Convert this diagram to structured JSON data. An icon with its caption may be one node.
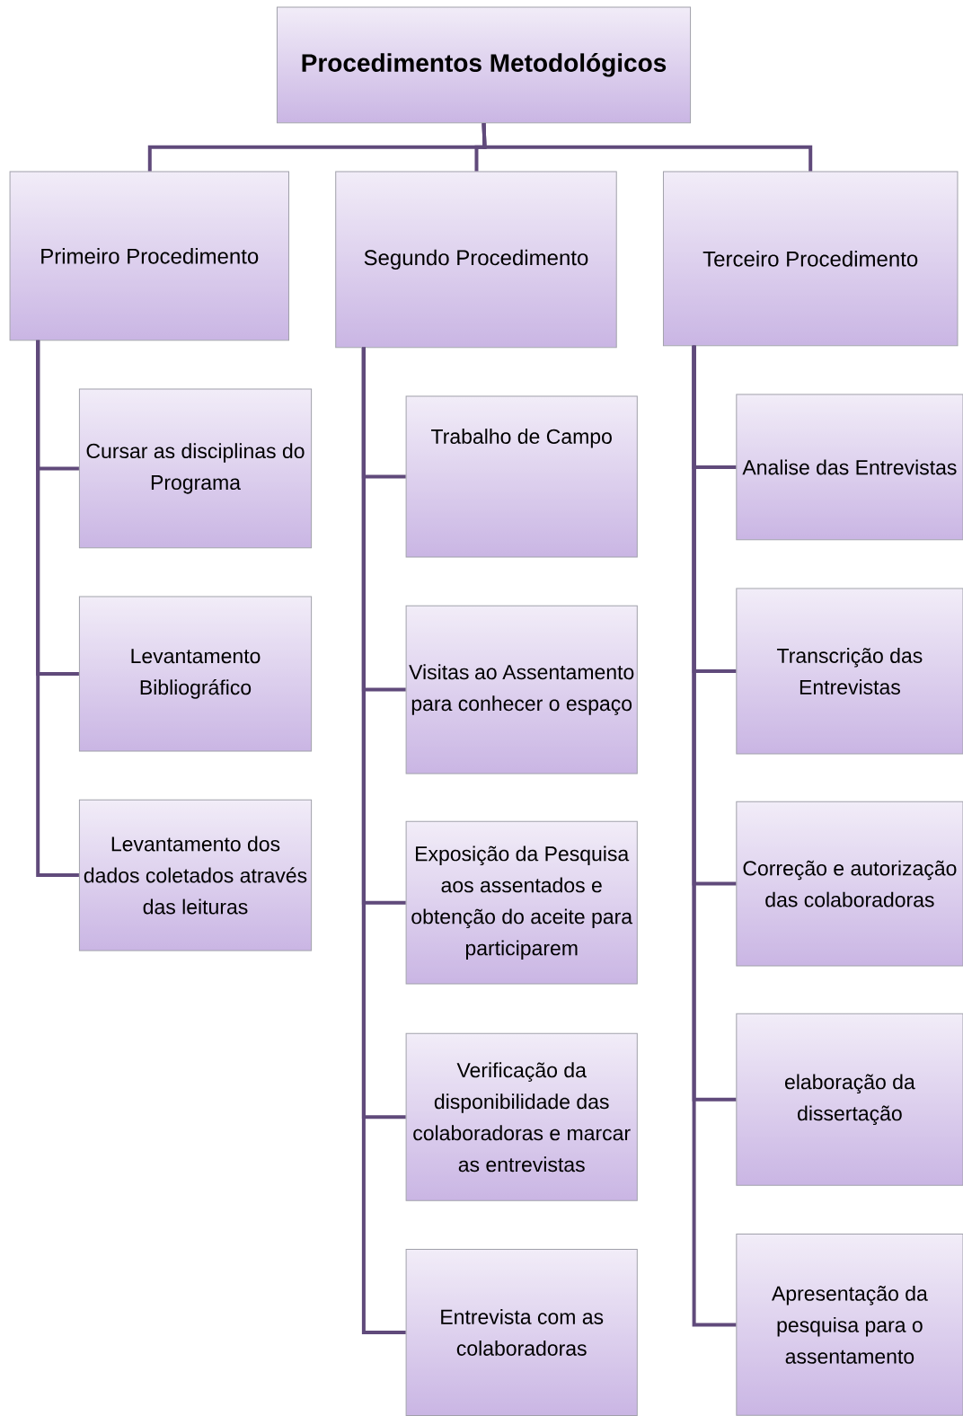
{
  "diagram": {
    "nodes": [
      {
        "text": [
          "Procedimentos Metodológicos"
        ]
      },
      {
        "text": [
          "Primeiro Procedimento"
        ]
      },
      {
        "text": [
          "Segundo Procedimento"
        ]
      },
      {
        "text": [
          "Terceiro Procedimento"
        ]
      },
      {
        "text": [
          "Cursar as disciplinas do Programa"
        ]
      },
      {
        "text": [
          "Levantamento Bibliográfico"
        ]
      },
      {
        "text": [
          "Levantamento dos dados coletados através das leituras"
        ]
      },
      {
        "text": [
          "Trabalho de Campo"
        ]
      },
      {
        "text": [
          "Visitas ao Assentamento para conhecer o espaço"
        ]
      },
      {
        "text": [
          "Exposição da Pesquisa aos assentados e obtenção do aceite para participarem"
        ]
      },
      {
        "text": [
          "Verificação da disponibilidade das colaboradoras e marcar as entrevistas"
        ]
      },
      {
        "text": [
          "Entrevista com as colaboradoras"
        ]
      },
      {
        "text": [
          "Analise das Entrevistas"
        ]
      },
      {
        "text": [
          "Transcrição das Entrevistas"
        ]
      },
      {
        "text": [
          "Correção e autorização das colaboradoras"
        ]
      },
      {
        "text": [
          "elaboração da dissertação"
        ]
      },
      {
        "text": [
          "Apresentação da pesquisa para o assentamento"
        ]
      }
    ],
    "edges": [
      {
        "from": 0,
        "to": 1,
        "arrow": "none"
      },
      {
        "from": 0,
        "to": 2,
        "arrow": "none"
      },
      {
        "from": 0,
        "to": 3,
        "arrow": "none"
      },
      {
        "from": 1,
        "to": 4,
        "arrow": "none"
      },
      {
        "from": 1,
        "to": 5,
        "arrow": "none"
      },
      {
        "from": 1,
        "to": 6,
        "arrow": "none"
      },
      {
        "from": 2,
        "to": 7,
        "arrow": "none"
      },
      {
        "from": 2,
        "to": 8,
        "arrow": "none"
      },
      {
        "from": 2,
        "to": 9,
        "arrow": "none"
      },
      {
        "from": 2,
        "to": 10,
        "arrow": "none"
      },
      {
        "from": 2,
        "to": 11,
        "arrow": "none"
      },
      {
        "from": 3,
        "to": 12,
        "arrow": "none"
      },
      {
        "from": 3,
        "to": 13,
        "arrow": "none"
      },
      {
        "from": 3,
        "to": 14,
        "arrow": "none"
      },
      {
        "from": 3,
        "to": 15,
        "arrow": "none"
      },
      {
        "from": 3,
        "to": 16,
        "arrow": "none"
      }
    ]
  }
}
